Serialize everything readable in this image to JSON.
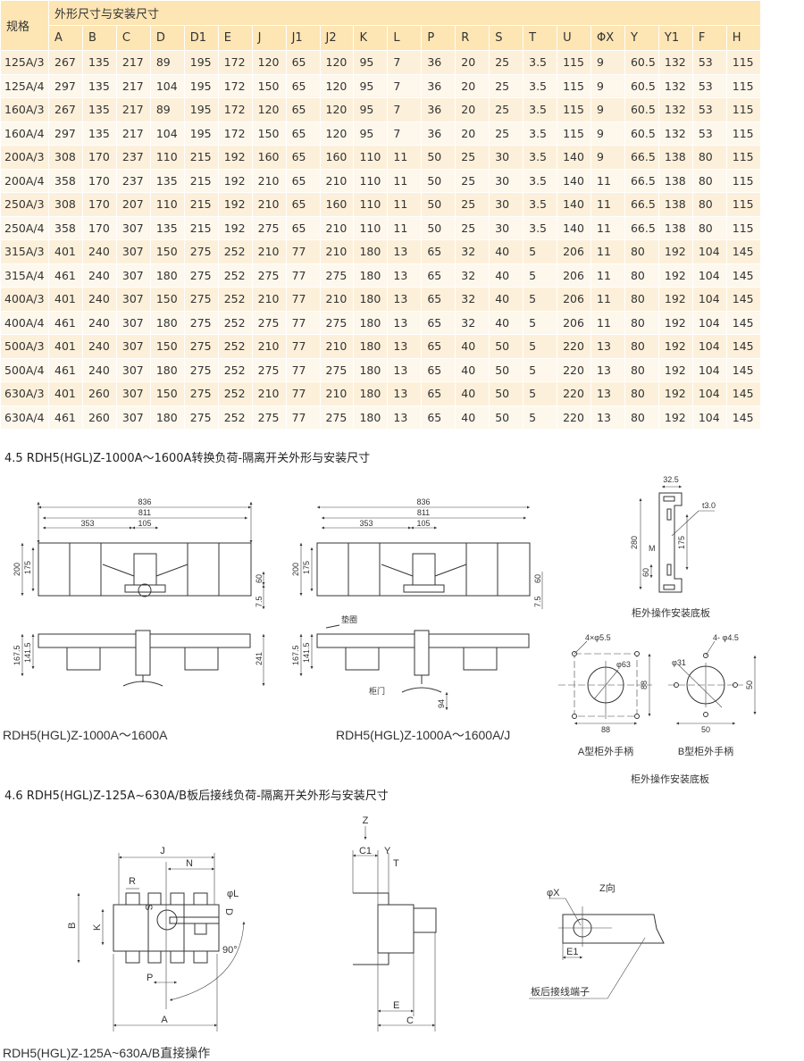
{
  "table": {
    "spec_label": "规格",
    "group_label": "外形尺寸与安装尺寸",
    "columns": [
      "A",
      "B",
      "C",
      "D",
      "D1",
      "E",
      "J",
      "J1",
      "J2",
      "K",
      "L",
      "P",
      "R",
      "S",
      "T",
      "U",
      "ΦX",
      "Y",
      "Y1",
      "F",
      "H"
    ],
    "rows": [
      [
        "125A/3",
        "267",
        "135",
        "217",
        "89",
        "195",
        "172",
        "120",
        "65",
        "120",
        "95",
        "7",
        "36",
        "20",
        "25",
        "3.5",
        "115",
        "9",
        "60.5",
        "132",
        "53",
        "115"
      ],
      [
        "125A/4",
        "297",
        "135",
        "217",
        "104",
        "195",
        "172",
        "150",
        "65",
        "120",
        "95",
        "7",
        "36",
        "20",
        "25",
        "3.5",
        "115",
        "9",
        "60.5",
        "132",
        "53",
        "115"
      ],
      [
        "160A/3",
        "267",
        "135",
        "217",
        "89",
        "195",
        "172",
        "120",
        "65",
        "120",
        "95",
        "7",
        "36",
        "20",
        "25",
        "3.5",
        "115",
        "9",
        "60.5",
        "132",
        "53",
        "115"
      ],
      [
        "160A/4",
        "297",
        "135",
        "217",
        "104",
        "195",
        "172",
        "150",
        "65",
        "120",
        "95",
        "7",
        "36",
        "20",
        "25",
        "3.5",
        "115",
        "9",
        "60.5",
        "132",
        "53",
        "115"
      ],
      [
        "200A/3",
        "308",
        "170",
        "237",
        "110",
        "215",
        "192",
        "160",
        "65",
        "160",
        "110",
        "11",
        "50",
        "25",
        "30",
        "3.5",
        "140",
        "9",
        "66.5",
        "138",
        "80",
        "115"
      ],
      [
        "200A/4",
        "358",
        "170",
        "237",
        "135",
        "215",
        "192",
        "210",
        "65",
        "210",
        "110",
        "11",
        "50",
        "25",
        "30",
        "3.5",
        "140",
        "11",
        "66.5",
        "138",
        "80",
        "115"
      ],
      [
        "250A/3",
        "308",
        "170",
        "207",
        "110",
        "215",
        "192",
        "210",
        "65",
        "160",
        "110",
        "11",
        "50",
        "25",
        "30",
        "3.5",
        "140",
        "11",
        "66.5",
        "138",
        "80",
        "115"
      ],
      [
        "250A/4",
        "358",
        "170",
        "307",
        "135",
        "215",
        "192",
        "275",
        "65",
        "210",
        "110",
        "11",
        "50",
        "25",
        "30",
        "3.5",
        "140",
        "11",
        "66.5",
        "138",
        "80",
        "115"
      ],
      [
        "315A/3",
        "401",
        "240",
        "307",
        "150",
        "275",
        "252",
        "210",
        "77",
        "210",
        "180",
        "13",
        "65",
        "32",
        "40",
        "5",
        "206",
        "11",
        "80",
        "192",
        "104",
        "145"
      ],
      [
        "315A/4",
        "461",
        "240",
        "307",
        "180",
        "275",
        "252",
        "275",
        "77",
        "275",
        "180",
        "13",
        "65",
        "32",
        "40",
        "5",
        "206",
        "11",
        "80",
        "192",
        "104",
        "145"
      ],
      [
        "400A/3",
        "401",
        "240",
        "307",
        "150",
        "275",
        "252",
        "210",
        "77",
        "210",
        "180",
        "13",
        "65",
        "32",
        "40",
        "5",
        "206",
        "11",
        "80",
        "192",
        "104",
        "145"
      ],
      [
        "400A/4",
        "461",
        "240",
        "307",
        "180",
        "275",
        "252",
        "275",
        "77",
        "275",
        "180",
        "13",
        "65",
        "32",
        "40",
        "5",
        "206",
        "11",
        "80",
        "192",
        "104",
        "145"
      ],
      [
        "500A/3",
        "401",
        "240",
        "307",
        "150",
        "275",
        "252",
        "210",
        "77",
        "210",
        "180",
        "13",
        "65",
        "40",
        "50",
        "5",
        "220",
        "13",
        "80",
        "192",
        "104",
        "145"
      ],
      [
        "500A/4",
        "461",
        "240",
        "307",
        "180",
        "275",
        "252",
        "275",
        "77",
        "275",
        "180",
        "13",
        "65",
        "40",
        "50",
        "5",
        "220",
        "13",
        "80",
        "192",
        "104",
        "145"
      ],
      [
        "630A/3",
        "401",
        "260",
        "307",
        "150",
        "275",
        "252",
        "210",
        "77",
        "210",
        "180",
        "13",
        "65",
        "40",
        "50",
        "5",
        "220",
        "13",
        "80",
        "192",
        "104",
        "145"
      ],
      [
        "630A/4",
        "461",
        "260",
        "307",
        "180",
        "275",
        "252",
        "275",
        "77",
        "275",
        "180",
        "13",
        "65",
        "40",
        "50",
        "5",
        "220",
        "13",
        "80",
        "192",
        "104",
        "145"
      ]
    ]
  },
  "section45": {
    "title": "4.5 RDH5(HGL)Z-1000A～1600A转换负荷-隔离开关外形与安装尺寸",
    "fig1": {
      "caption": "RDH5(HGL)Z-1000A～1600A",
      "d836": "836",
      "d811": "811",
      "d353": "353",
      "d105": "105",
      "d200": "200",
      "d175": "175",
      "d60": "60",
      "d7_5": "7.5",
      "d167_5": "167.5",
      "d141_5": "141.5",
      "d241": "241"
    },
    "fig2": {
      "caption": "RDH5(HGL)Z-1000A～1600A/J",
      "d836": "836",
      "d811": "811",
      "d353": "353",
      "d105": "105",
      "d200": "200",
      "d175": "175",
      "d60": "60",
      "d7_5": "7.5",
      "d167_5": "167.5",
      "d141_5": "141.5",
      "d94": "94",
      "washer": "垫圈",
      "door": "柜门"
    },
    "bracket": {
      "caption": "柜外操作安装底板",
      "d32_5": "32.5",
      "t": "t3.0",
      "d280": "280",
      "d175": "175",
      "m": "M",
      "d60": "60"
    },
    "handleA": {
      "caption": "A型柜外手柄",
      "holes": "4×φ5.5",
      "dia": "φ63",
      "w": "88",
      "h": "88"
    },
    "handleB": {
      "caption": "B型柜外手柄",
      "holes": "4- φ4.5",
      "dia": "φ31",
      "w": "50",
      "h": "50"
    },
    "plate_caption": "柜外操作安装底板"
  },
  "section46": {
    "title": "4.6 RDH5(HGL)Z-125A~630A/B板后接线负荷-隔离开关外形与安装尺寸",
    "front": {
      "caption": "RDH5(HGL)Z-125A~630A/B直接操作",
      "J": "J",
      "N": "N",
      "R": "R",
      "S": "S",
      "B": "B",
      "K": "K",
      "L": "φL",
      "D": "D",
      "angle": "90°",
      "P": "P",
      "A": "A"
    },
    "side": {
      "Z": "Z",
      "C1": "C1",
      "Y": "Y",
      "T": "T",
      "E": "E",
      "C": "C"
    },
    "zview": {
      "title": "Z向",
      "X": "φX",
      "E1": "E1",
      "terminal": "板后接线端子"
    }
  }
}
